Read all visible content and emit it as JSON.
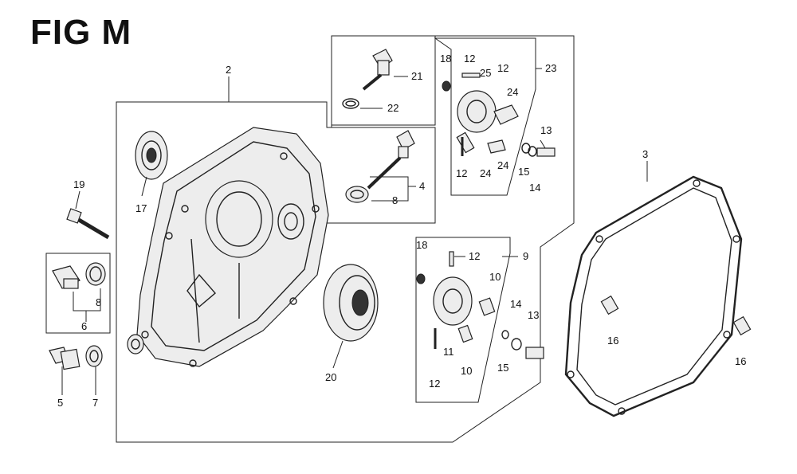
{
  "figure": {
    "title": "FIG M"
  },
  "callouts": {
    "c2": "2",
    "c3": "3",
    "c4": "4",
    "c5": "5",
    "c6": "6",
    "c7": "7",
    "c8a": "8",
    "c8b": "8",
    "c9": "9",
    "c10a": "10",
    "c10b": "10",
    "c11": "11",
    "c12a": "12",
    "c12b": "12",
    "c12c": "12",
    "c12d": "12",
    "c12e": "12",
    "c13a": "13",
    "c13b": "13",
    "c14a": "14",
    "c14b": "14",
    "c15a": "15",
    "c15b": "15",
    "c16a": "16",
    "c16b": "16",
    "c17": "17",
    "c18a": "18",
    "c18b": "18",
    "c19": "19",
    "c20": "20",
    "c21": "21",
    "c22": "22",
    "c23": "23",
    "c24a": "24",
    "c24b": "24",
    "c24c": "24",
    "c25": "25"
  }
}
